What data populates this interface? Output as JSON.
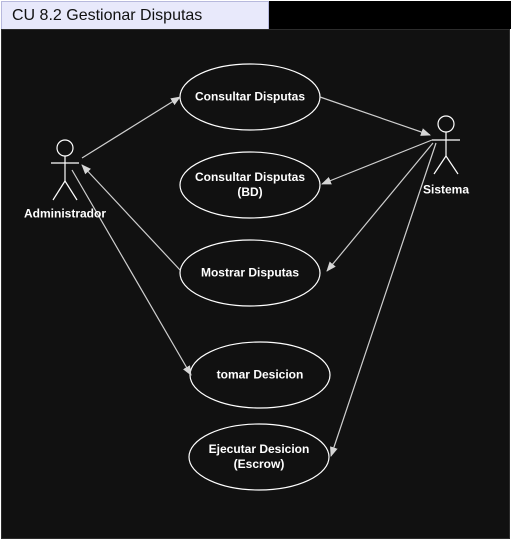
{
  "title": "CU 8.2 Gestionar Disputas",
  "actors": {
    "administrador": "Administrador",
    "sistema": "Sistema"
  },
  "use_cases": {
    "consultar_disputas": "Consultar Disputas",
    "consultar_disputas_bd": "Consultar Disputas (BD)",
    "mostrar_disputas": "Mostrar Disputas",
    "tomar_desicion": "tomar Desicion",
    "ejecutar_desicion": "Ejecutar Desicion (Escrow)"
  },
  "colors": {
    "canvas_background": "#111111",
    "title_background": "#e8e9fb",
    "stroke": "#ffffff",
    "connector": "#cfcfcf"
  }
}
